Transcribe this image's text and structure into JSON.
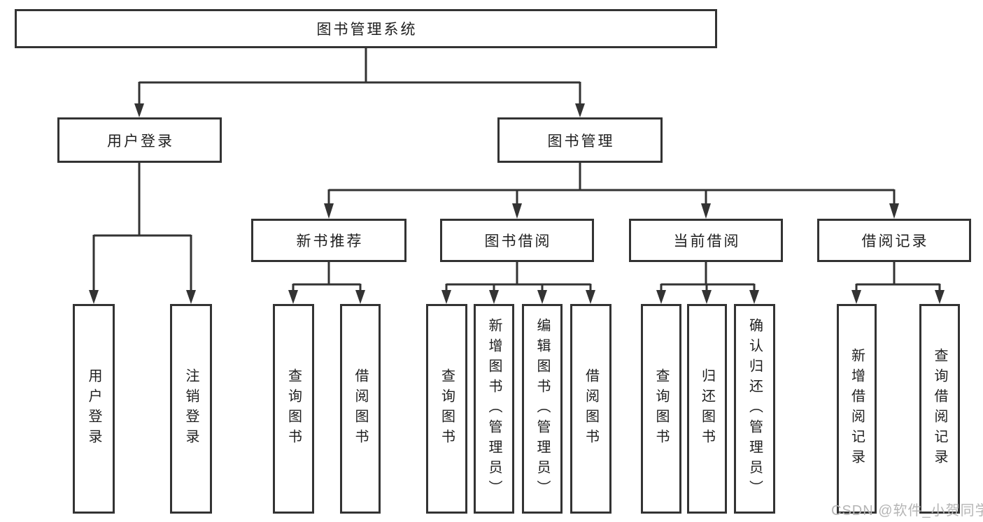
{
  "diagram": {
    "title": "图书管理系统",
    "colors": {
      "line": "#333333",
      "border": "#333333",
      "text": "#1f1f1f",
      "watermark": "#b5b5b5",
      "background": "#ffffff"
    },
    "nodes": {
      "root": {
        "label": "图书管理系统"
      },
      "user_login": {
        "label": "用户登录"
      },
      "book_mgmt": {
        "label": "图书管理"
      },
      "new_book_rec": {
        "label": "新书推荐"
      },
      "book_borrow": {
        "label": "图书借阅"
      },
      "current_borrow": {
        "label": "当前借阅"
      },
      "borrow_records": {
        "label": "借阅记录"
      },
      "leaf_user_login": {
        "label": "用户登录"
      },
      "leaf_logout": {
        "label": "注销登录"
      },
      "leaf_rec_query": {
        "label": "查询图书"
      },
      "leaf_rec_borrow": {
        "label": "借阅图书"
      },
      "leaf_bb_query": {
        "label": "查询图书"
      },
      "leaf_bb_add": {
        "label": "新增图书（管理员）"
      },
      "leaf_bb_edit": {
        "label": "编辑图书（管理员）"
      },
      "leaf_bb_borrow": {
        "label": "借阅图书"
      },
      "leaf_cb_query": {
        "label": "查询图书"
      },
      "leaf_cb_return": {
        "label": "归还图书"
      },
      "leaf_cb_confirm": {
        "label": "确认归还（管理员）"
      },
      "leaf_br_add": {
        "label": "新增借阅记录"
      },
      "leaf_br_query": {
        "label": "查询借阅记录"
      }
    },
    "watermark": "CSDN @软件_小贺同学"
  }
}
